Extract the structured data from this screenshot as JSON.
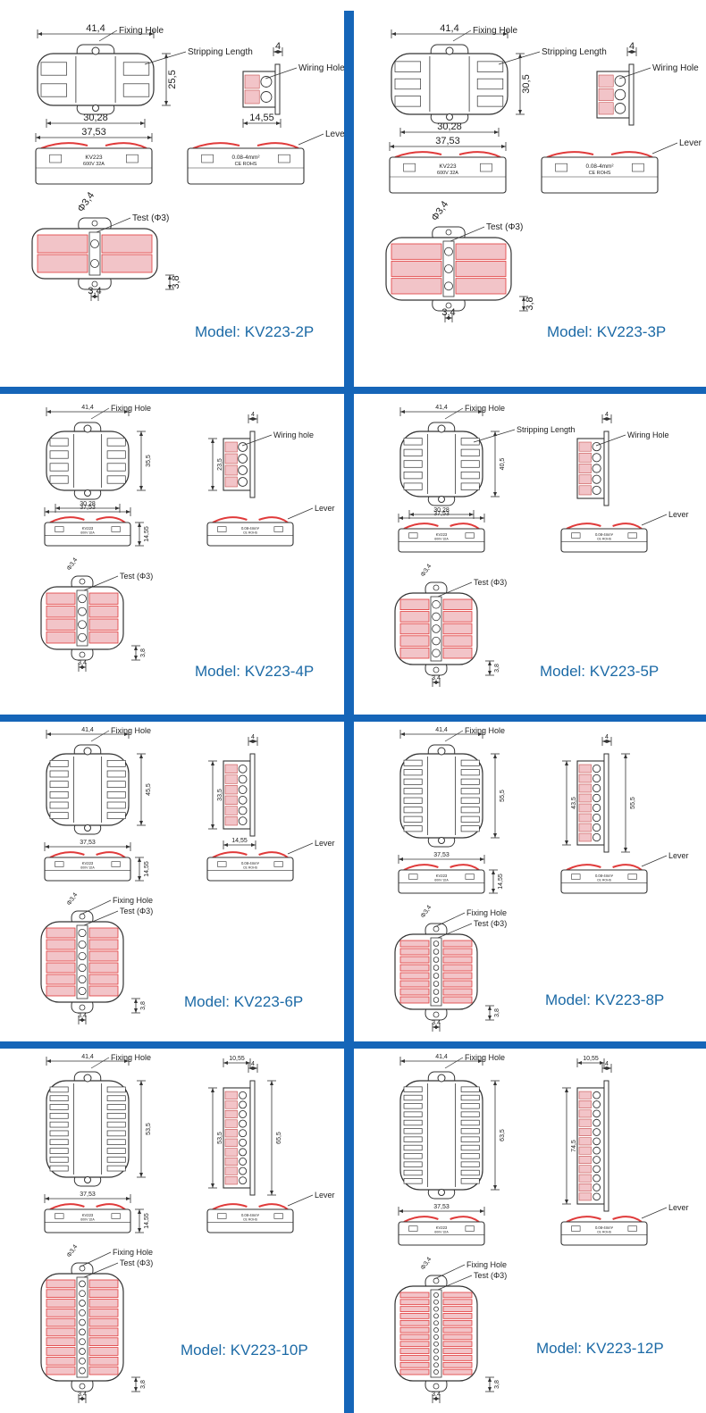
{
  "labels": {
    "fixing_hole": "Fixing Hole",
    "stripping_length": "Stripping Length",
    "wiring_hole_cap": "Wiring Hole",
    "wiring_hole_lower": "Wiring hole",
    "lever": "Lever",
    "test": "Test (Φ3)",
    "marking_model": "KV223",
    "marking_rating": "600V 32A",
    "marking_wire": "0.08-4mm²",
    "marking_ce": "CE ROHS"
  },
  "colors": {
    "divider": "#1565b8",
    "model_text": "#1c6aa6",
    "lever_red": "#e03a3a",
    "clamp_pink": "#f2c4c8",
    "drawing_line": "#333333"
  },
  "panels": [
    {
      "id": "kv223-2p",
      "model": "Model: KV223-2P",
      "poles": 2,
      "dims": {
        "width": "41,4",
        "height": "25,5",
        "body": "30,28",
        "depth": "4",
        "side_width": "14,55",
        "front_width": "37,53",
        "hole_dia": "Φ3,4",
        "hole_offset": "3,4",
        "hole_gap": "3,8"
      }
    },
    {
      "id": "kv223-3p",
      "model": "Model: KV223-3P",
      "poles": 3,
      "dims": {
        "width": "41,4",
        "height": "30,5",
        "body": "30,28",
        "depth": "4",
        "front_width": "37,53",
        "hole_dia": "Φ3,4",
        "hole_offset": "3,4",
        "hole_gap": "3,8"
      }
    },
    {
      "id": "kv223-4p",
      "model": "Model: KV223-4P",
      "poles": 4,
      "dims": {
        "width": "41,4",
        "height": "35,5",
        "body": "30,28",
        "depth": "4",
        "side_height": "23,5",
        "front_width": "37,53",
        "front_height": "14,55",
        "hole_dia": "Φ3,4",
        "hole_offset": "3,4",
        "hole_gap": "3,8"
      }
    },
    {
      "id": "kv223-5p",
      "model": "Model: KV223-5P",
      "poles": 5,
      "dims": {
        "width": "41,4",
        "height": "40,5",
        "body": "30,28",
        "depth": "4",
        "front_width": "37,53",
        "hole_dia": "Φ3,4",
        "hole_offset": "3,4",
        "hole_gap": "3,8"
      }
    },
    {
      "id": "kv223-6p",
      "model": "Model: KV223-6P",
      "poles": 6,
      "dims": {
        "width": "41,4",
        "height": "45,5",
        "side_height": "33,5",
        "depth": "4",
        "side_width": "14,55",
        "front_width": "37,53",
        "front_height": "14,55",
        "hole_dia": "Φ3,4",
        "hole_offset": "3,4",
        "hole_gap": "3,8"
      }
    },
    {
      "id": "kv223-8p",
      "model": "Model: KV223-8P",
      "poles": 8,
      "dims": {
        "width": "41,4",
        "height": "55,5",
        "side_height": "43,5",
        "side_total": "55,5",
        "depth": "4",
        "front_width": "37,53",
        "front_height": "14,55",
        "hole_dia": "Φ3,4",
        "hole_offset": "3,4",
        "hole_gap": "3,8"
      }
    },
    {
      "id": "kv223-10p",
      "model": "Model: KV223-10P",
      "poles": 10,
      "dims": {
        "width": "41,4",
        "height": "53,5",
        "side_height": "53,5",
        "side_total": "65,5",
        "side_top": "10,55",
        "depth": "4",
        "front_width": "37,53",
        "front_height": "14,55",
        "hole_dia": "Φ3,4",
        "hole_offset": "3,4",
        "hole_gap": "3,8"
      }
    },
    {
      "id": "kv223-12p",
      "model": "Model: KV223-12P",
      "poles": 12,
      "dims": {
        "width": "41,4",
        "height": "63,5",
        "side_height": "74,5",
        "side_top": "10,55",
        "depth": "4",
        "front_width": "37,53",
        "hole_dia": "Φ3,4",
        "hole_offset": "3,4",
        "hole_gap": "3,8"
      }
    }
  ]
}
